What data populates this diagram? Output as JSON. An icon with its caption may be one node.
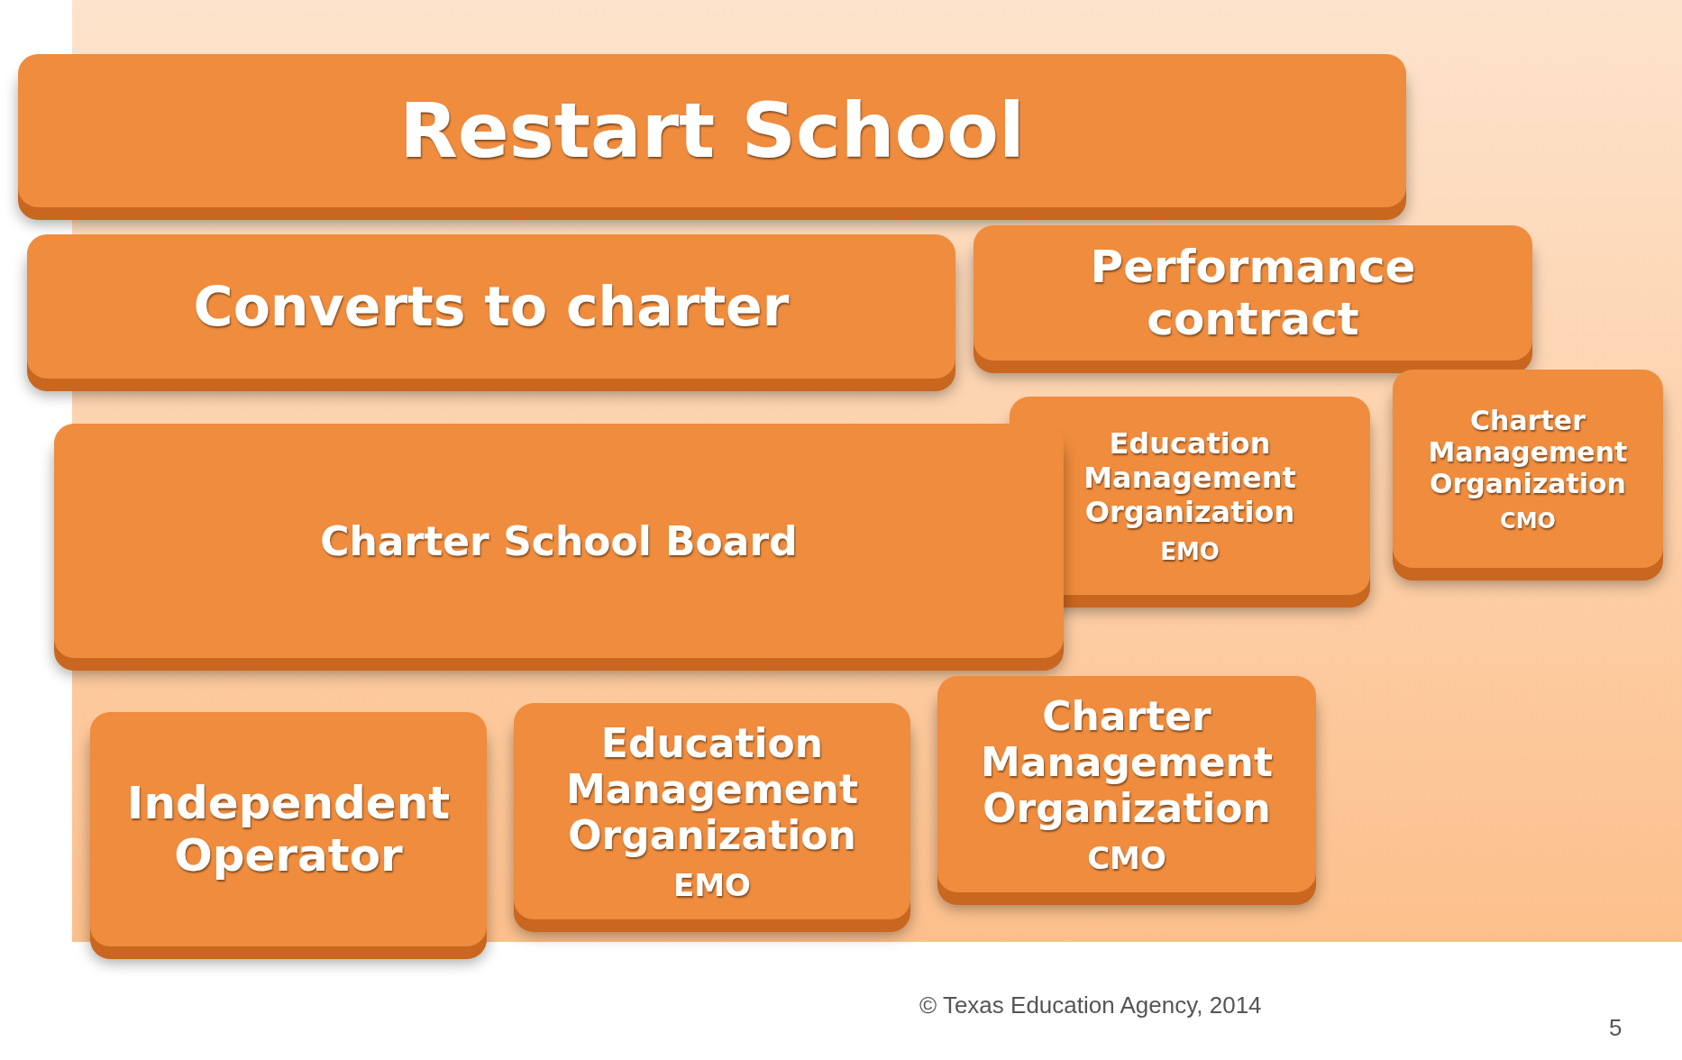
{
  "diagram": {
    "nodes": [
      {
        "text": [
          "Restart School"
        ]
      },
      {
        "text": [
          "Performance contract"
        ]
      },
      {
        "text": [
          "Converts to charter"
        ]
      },
      {
        "text": [
          "Education Management Organization",
          "EMO"
        ]
      },
      {
        "text": [
          "Charter Management Organization",
          "CMO"
        ]
      },
      {
        "text": [
          "Charter School Board"
        ]
      },
      {
        "text": [
          "Independent Operator"
        ]
      },
      {
        "text": [
          "Education Management Organization",
          "EMO"
        ]
      },
      {
        "text": [
          "Charter Management Organization",
          "CMO"
        ]
      }
    ],
    "edges": [],
    "labels": [
      "© Texas Education Agency, 2014",
      "5"
    ]
  }
}
